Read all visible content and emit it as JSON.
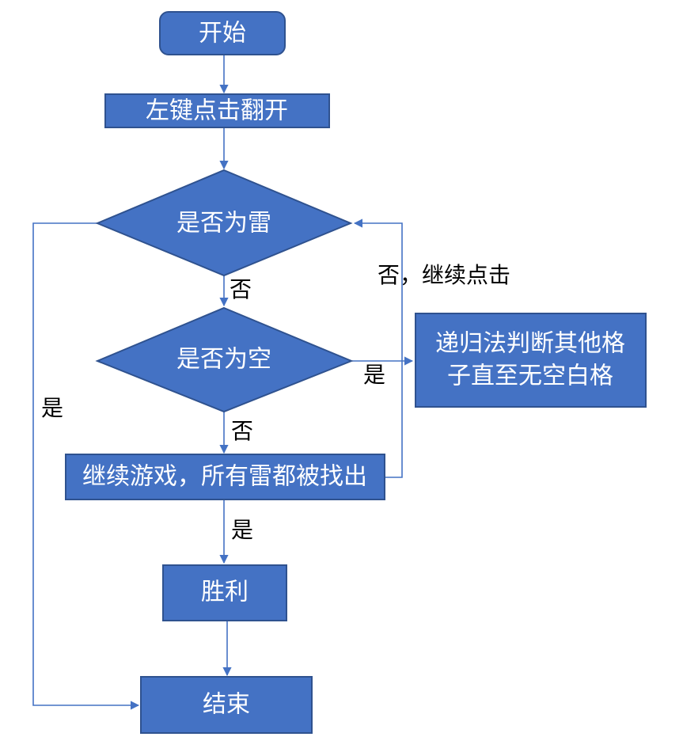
{
  "diagram": {
    "nodes": {
      "start": "开始",
      "left_click": "左键点击翻开",
      "is_mine": "是否为雷",
      "is_blank": "是否为空",
      "recursive_line1": "递归法判断其他格",
      "recursive_line2": "子直至无空白格",
      "continue_game": "继续游戏，所有雷都被找出",
      "win": "胜利",
      "end": "结束"
    },
    "edges": {
      "mine_no": "否",
      "blank_no": "否",
      "blank_yes": "是",
      "continue_no": "否，继续点击",
      "mine_yes": "是",
      "continue_yes": "是"
    },
    "colors": {
      "node_fill": "#4472c4",
      "node_border": "#2f528f",
      "connector": "#4472c4",
      "node_text": "#ffffff",
      "edge_text": "#000000"
    }
  }
}
